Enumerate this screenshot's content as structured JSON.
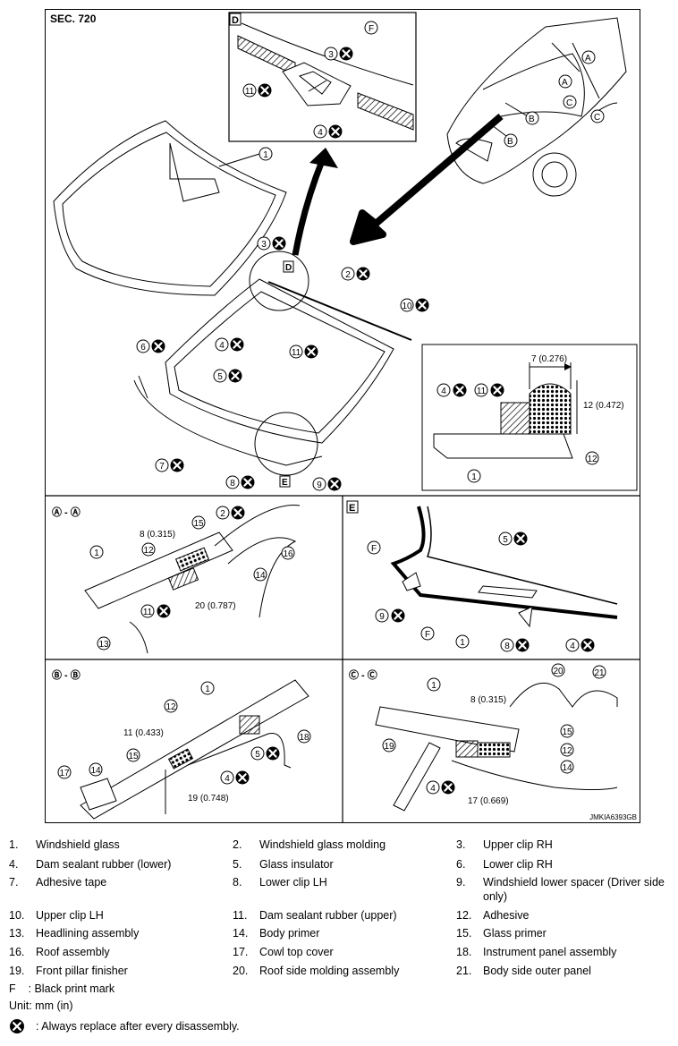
{
  "diagram": {
    "section": "SEC. 720",
    "code": "JMKIA6393GB",
    "views": {
      "D": "D",
      "E": "E",
      "A_A": "Ⓐ - Ⓐ",
      "B_B": "Ⓑ - Ⓑ",
      "C_C": "Ⓒ - Ⓒ"
    },
    "callouts": {
      "A": "A",
      "B": "B",
      "C": "C",
      "F": "F",
      "n1": "1",
      "n2": "2",
      "n3": "3",
      "n4": "4",
      "n5": "5",
      "n6": "6",
      "n7": "7",
      "n8": "8",
      "n9": "9",
      "n10": "10",
      "n11": "11",
      "n12": "12",
      "n13": "13",
      "n14": "14",
      "n15": "15",
      "n16": "16",
      "n17": "17",
      "n18": "18",
      "n19": "19",
      "n20": "20",
      "n21": "21"
    },
    "dimensions": {
      "d7": "7 (0.276)",
      "d12": "12 (0.472)",
      "d8aa": "8 (0.315)",
      "d20": "20 (0.787)",
      "d11": "11 (0.433)",
      "d19": "19 (0.748)",
      "d8cc": "8 (0.315)",
      "d17": "17 (0.669)"
    }
  },
  "legend": {
    "items": [
      {
        "num": "1.",
        "text": "Windshield glass"
      },
      {
        "num": "2.",
        "text": "Windshield glass molding"
      },
      {
        "num": "3.",
        "text": "Upper clip RH"
      },
      {
        "num": "4.",
        "text": "Dam sealant rubber (lower)"
      },
      {
        "num": "5.",
        "text": "Glass insulator"
      },
      {
        "num": "6.",
        "text": "Lower clip RH"
      },
      {
        "num": "7.",
        "text": "Adhesive tape"
      },
      {
        "num": "8.",
        "text": "Lower clip LH"
      },
      {
        "num": "9.",
        "text": "Windshield lower spacer (Driver side only)"
      },
      {
        "num": "10.",
        "text": "Upper clip LH"
      },
      {
        "num": "11.",
        "text": "Dam sealant rubber (upper)"
      },
      {
        "num": "12.",
        "text": "Adhesive"
      },
      {
        "num": "13.",
        "text": "Headlining assembly"
      },
      {
        "num": "14.",
        "text": "Body primer"
      },
      {
        "num": "15.",
        "text": "Glass primer"
      },
      {
        "num": "16.",
        "text": "Roof assembly"
      },
      {
        "num": "17.",
        "text": "Cowl top cover"
      },
      {
        "num": "18.",
        "text": "Instrument panel assembly"
      },
      {
        "num": "19.",
        "text": "Front pillar finisher"
      },
      {
        "num": "20.",
        "text": "Roof side molding assembly"
      },
      {
        "num": "21.",
        "text": "Body side outer panel"
      }
    ],
    "black_print_mark": "F    : Black print mark",
    "unit": "Unit: mm (in)",
    "replace_note": ": Always replace after every disassembly."
  }
}
